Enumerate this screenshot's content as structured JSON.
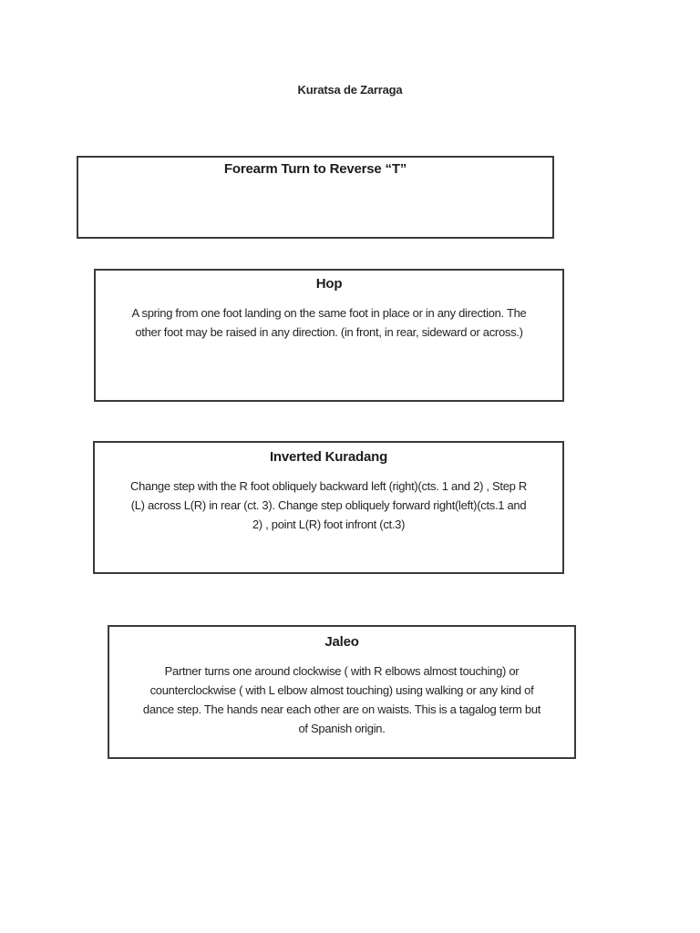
{
  "page": {
    "title": "Kuratsa de Zarraga"
  },
  "colors": {
    "box_border": "#3a3a3a",
    "text": "#1c1c1c",
    "background": "#ffffff"
  },
  "boxes": [
    {
      "title": "Forearm Turn to Reverse “T”",
      "lines": []
    },
    {
      "title": "Hop",
      "lines": [
        "A spring from one foot landing on the same foot in place or in any direction. The",
        "other foot may be raised in any direction. (in front, in rear, sideward or across.)"
      ]
    },
    {
      "title": "Inverted Kuradang",
      "lines": [
        "Change step with the R foot obliquely backward left (right)(cts. 1 and 2) , Step R",
        "(L) across L(R) in rear (ct. 3).  Change step obliquely forward right(left)(cts.1 and",
        "2) , point L(R) foot infront (ct.3)"
      ]
    },
    {
      "title": "Jaleo",
      "lines": [
        "Partner turns one around clockwise ( with R elbows almost touching) or",
        "counterclockwise ( with L elbow almost touching) using walking or any kind of",
        "dance step. The hands near each other are on waists. This is a tagalog term but",
        "of Spanish origin."
      ]
    }
  ]
}
